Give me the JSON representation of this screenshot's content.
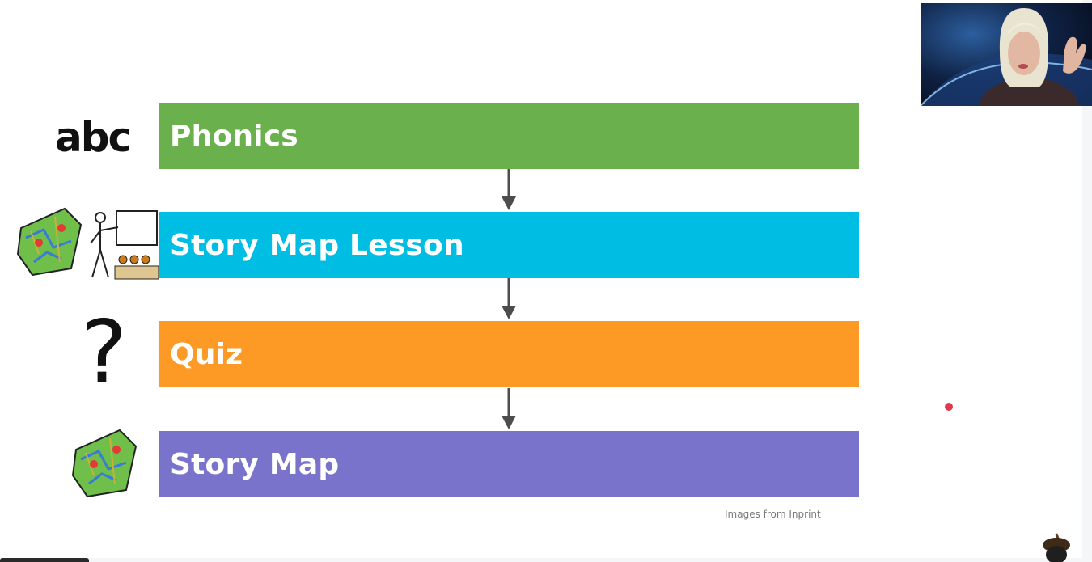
{
  "slide": {
    "steps": [
      {
        "label": "Phonics",
        "color": "#6ab04c",
        "icon": "abc-letters-icon",
        "icon_text": "abc"
      },
      {
        "label": "Story Map Lesson",
        "color": "#00bde3",
        "icon": "map-and-teacher-icon"
      },
      {
        "label": "Quiz",
        "color": "#fd9a25",
        "icon": "question-mark-icon",
        "icon_text": "?"
      },
      {
        "label": "Story Map",
        "color": "#7a73cb",
        "icon": "map-icon"
      }
    ],
    "credit": "Images from Inprint",
    "arrow_color": "#4d4d4d",
    "pointer_color": "#e2384f"
  },
  "webcam": {
    "icon": "presenter-webcam-icon"
  },
  "corner_icon": "acorn-icon"
}
